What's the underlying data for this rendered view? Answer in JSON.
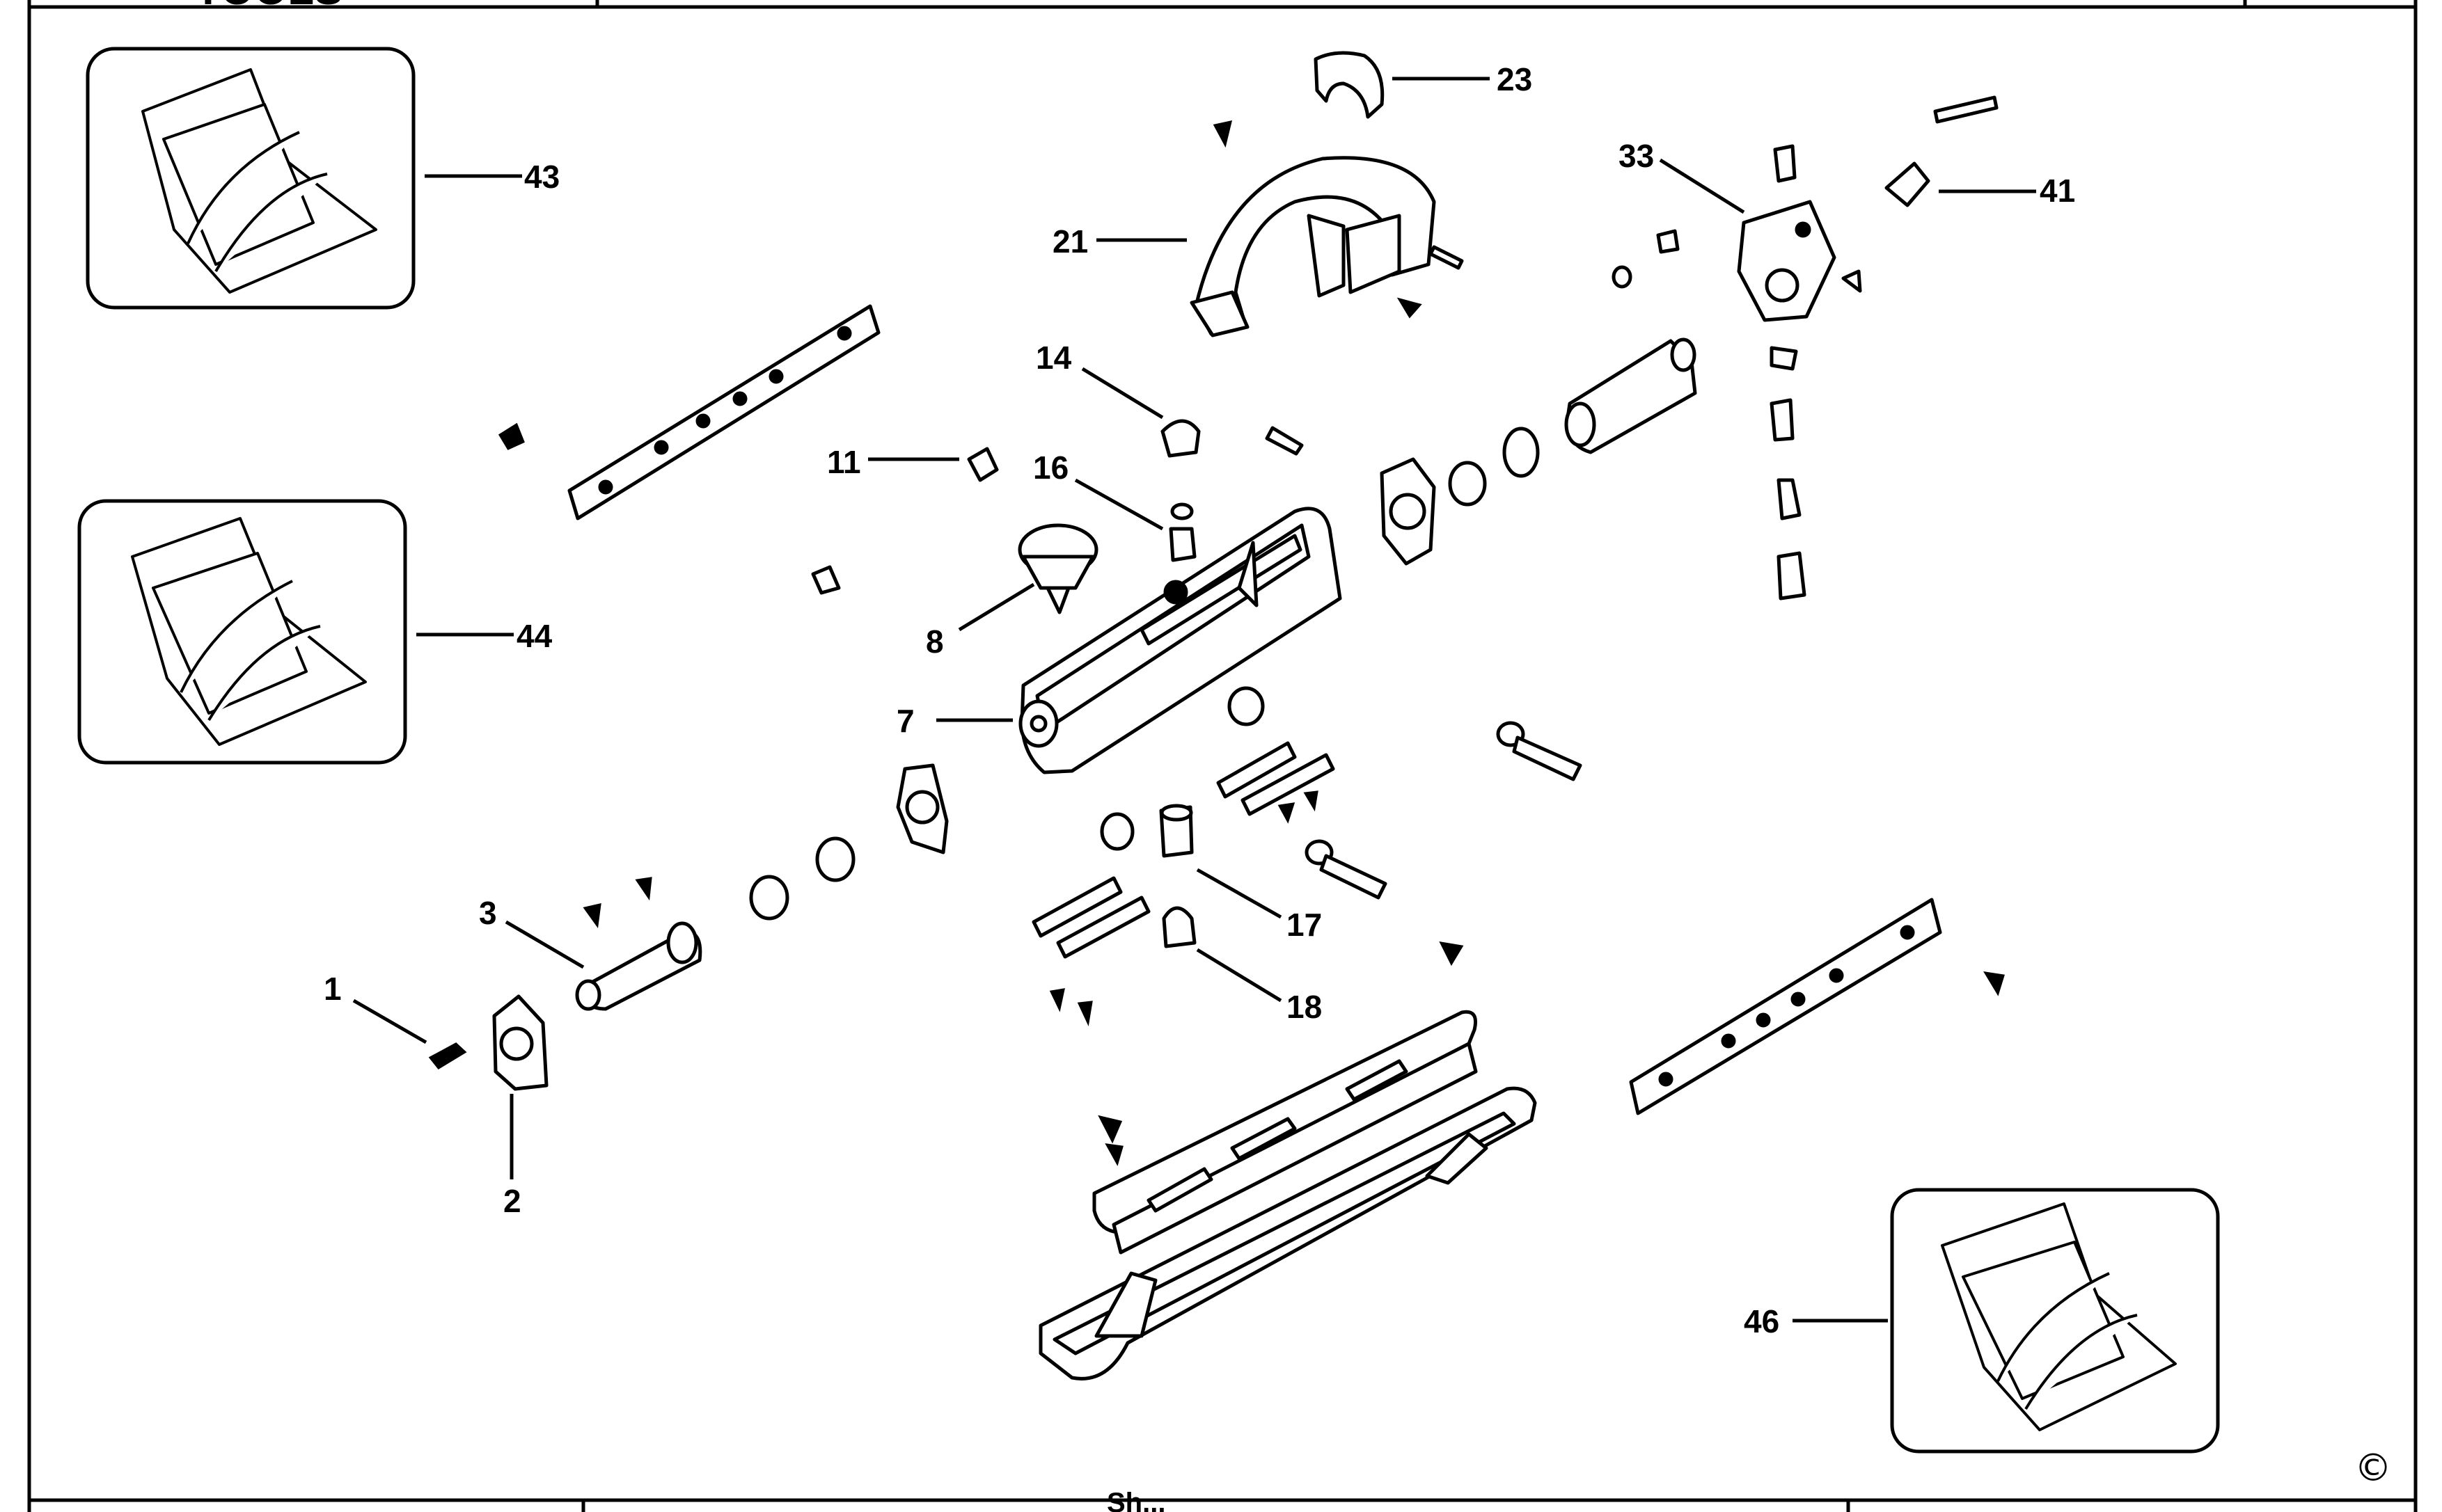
{
  "header": {
    "brand_fragment": "TOOLS"
  },
  "footer": {
    "label_fragment": "Sh..."
  },
  "copyright_symbol": "©",
  "callouts": [
    {
      "id": "1",
      "label": "1"
    },
    {
      "id": "2",
      "label": "2"
    },
    {
      "id": "3",
      "label": "3"
    },
    {
      "id": "7",
      "label": "7"
    },
    {
      "id": "8",
      "label": "8"
    },
    {
      "id": "11",
      "label": "11"
    },
    {
      "id": "14",
      "label": "14"
    },
    {
      "id": "16",
      "label": "16"
    },
    {
      "id": "17",
      "label": "17"
    },
    {
      "id": "18",
      "label": "18"
    },
    {
      "id": "21",
      "label": "21"
    },
    {
      "id": "23",
      "label": "23"
    },
    {
      "id": "33",
      "label": "33"
    },
    {
      "id": "41",
      "label": "41"
    },
    {
      "id": "43",
      "label": "43"
    },
    {
      "id": "44",
      "label": "44"
    },
    {
      "id": "46",
      "label": "46"
    }
  ],
  "colors": {
    "ink": "#000000",
    "paper": "#ffffff"
  }
}
